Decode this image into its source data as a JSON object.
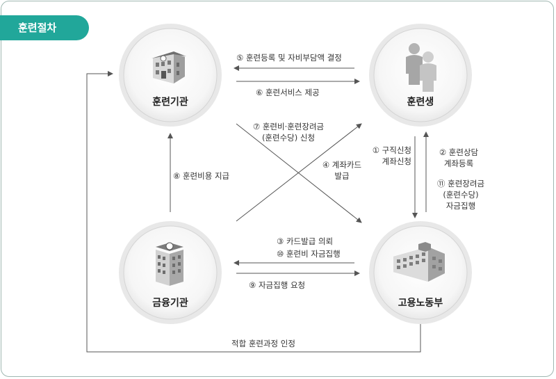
{
  "title": "훈련절차",
  "nodes": {
    "institution": "훈련기관",
    "trainee": "훈련생",
    "finance": "금융기관",
    "ministry": "고용노동부"
  },
  "edges": {
    "e5": "⑤ 훈련등록 및 자비부담액 결정",
    "e6": "⑥ 훈련서비스 제공",
    "e7_line1": "⑦ 훈련비·훈련장려금",
    "e7_line2": "(훈련수당) 신청",
    "e4_line1": "④ 계좌카드",
    "e4_line2": "발급",
    "e1_line1": "① 구직신청",
    "e1_line2": "계좌신청",
    "e2_line1": "② 훈련상담",
    "e2_line2": "계좌등록",
    "e11_line1": "⑪ 훈련장려금",
    "e11_line2": "(훈련수당)",
    "e11_line3": "자금집행",
    "e8": "⑧ 훈련비용 지급",
    "e3": "③ 카드발급 의뢰",
    "e10": "⑩ 훈련비 자금집행",
    "e9": "⑨ 자금집행 요청",
    "bottom": "적합 훈련과정 인정"
  },
  "icons": [
    "school-building-icon",
    "people-icon",
    "bank-building-icon",
    "office-building-icon"
  ],
  "colors": {
    "accent": "#21a79a",
    "line": "#555555",
    "circle_border": "#d4d4d4",
    "frame": "#9fb7b1"
  }
}
